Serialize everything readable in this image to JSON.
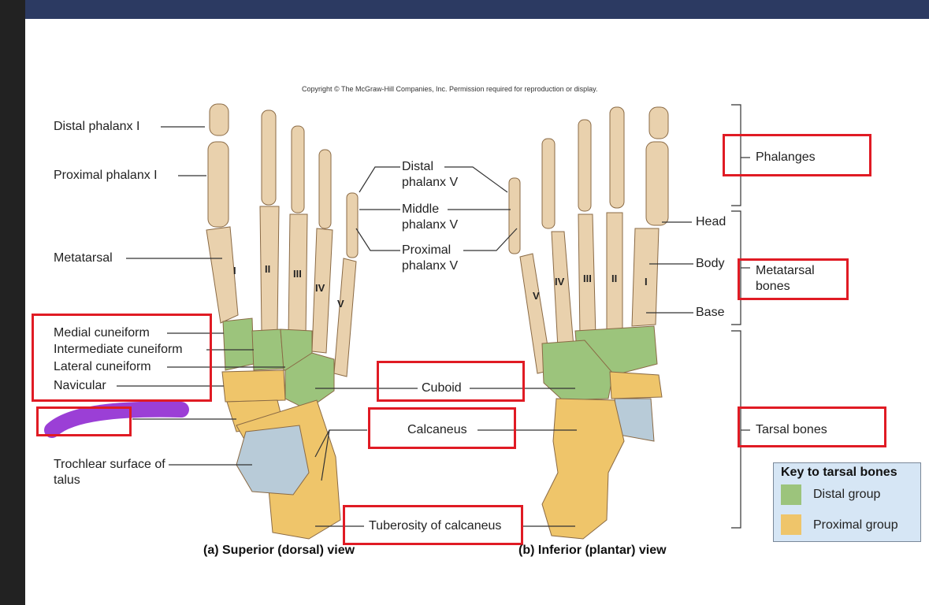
{
  "copyright": "Copyright © The McGraw-Hill Companies, Inc. Permission required for reproduction or display.",
  "labels": {
    "distal_phalanx_i": "Distal phalanx I",
    "proximal_phalanx_i": "Proximal phalanx I",
    "metatarsal": "Metatarsal",
    "medial_cuneiform": "Medial cuneiform",
    "intermediate_cuneiform": "Intermediate cuneiform",
    "lateral_cuneiform": "Lateral cuneiform",
    "navicular": "Navicular",
    "trochlear_surface": "Trochlear surface of talus",
    "distal_phalanx_v": "Distal phalanx V",
    "middle_phalanx_v": "Middle phalanx V",
    "proximal_phalanx_v": "Proximal phalanx V",
    "cuboid": "Cuboid",
    "calcaneus": "Calcaneus",
    "tuberosity": "Tuberosity of calcaneus",
    "head": "Head",
    "body": "Body",
    "base": "Base",
    "phalanges": "Phalanges",
    "metatarsal_bones": "Metatarsal bones",
    "tarsal_bones": "Tarsal bones"
  },
  "roman_numerals": [
    "I",
    "II",
    "III",
    "IV",
    "V"
  ],
  "captions": {
    "a": "(a) Superior (dorsal) view",
    "b": "(b) Inferior (plantar) view"
  },
  "key": {
    "title": "Key to tarsal bones",
    "distal": "Distal group",
    "proximal": "Proximal group"
  },
  "colors": {
    "bone": "#e9d1ad",
    "distal_group": "#9cc47c",
    "proximal_group": "#efc56a",
    "cartilage": "#b8cbd8",
    "highlight_box": "#e01b24",
    "scribble": "#9b3fd6",
    "header_bar": "#2c3a62"
  }
}
